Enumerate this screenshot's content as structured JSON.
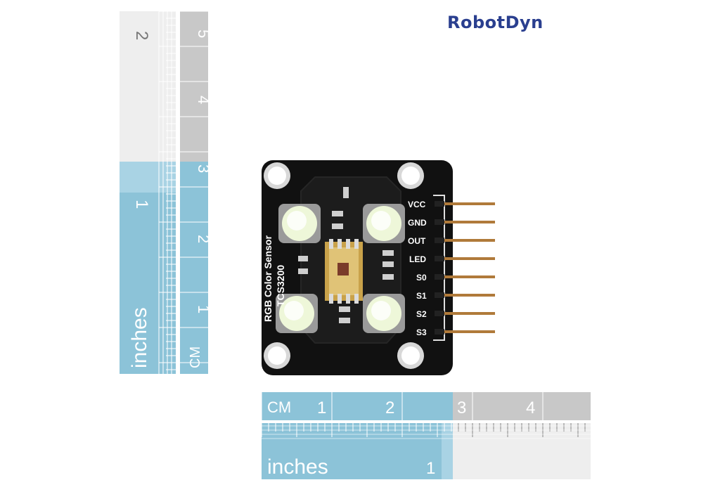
{
  "brand": {
    "logo_text": "RobotDyn",
    "color": "#2a3f8f"
  },
  "board": {
    "title": "RGB Color Sensor",
    "chip": "TCS3200",
    "pins": [
      "VCC",
      "GND",
      "OUT",
      "LED",
      "S0",
      "S1",
      "S2",
      "S3"
    ]
  },
  "vertical_ruler": {
    "inches_label": "inches",
    "inch_numbers": [
      "1",
      "2"
    ],
    "cm_label": "CM",
    "cm_numbers": [
      "1",
      "2",
      "3",
      "4",
      "5"
    ]
  },
  "horizontal_ruler": {
    "inches_label": "inches",
    "inch_numbers": [
      "1"
    ],
    "cm_label": "CM",
    "cm_numbers": [
      "1",
      "2",
      "3",
      "4"
    ]
  },
  "colors": {
    "ruler_blue": "#8cc3d8",
    "ruler_blue_light": "#b9dcea",
    "ruler_grey": "#c8c8c8",
    "ruler_grey_light": "#eeeeee",
    "pcb": "#111111",
    "led": "#eef7d9",
    "pin": "#b07a3a"
  }
}
